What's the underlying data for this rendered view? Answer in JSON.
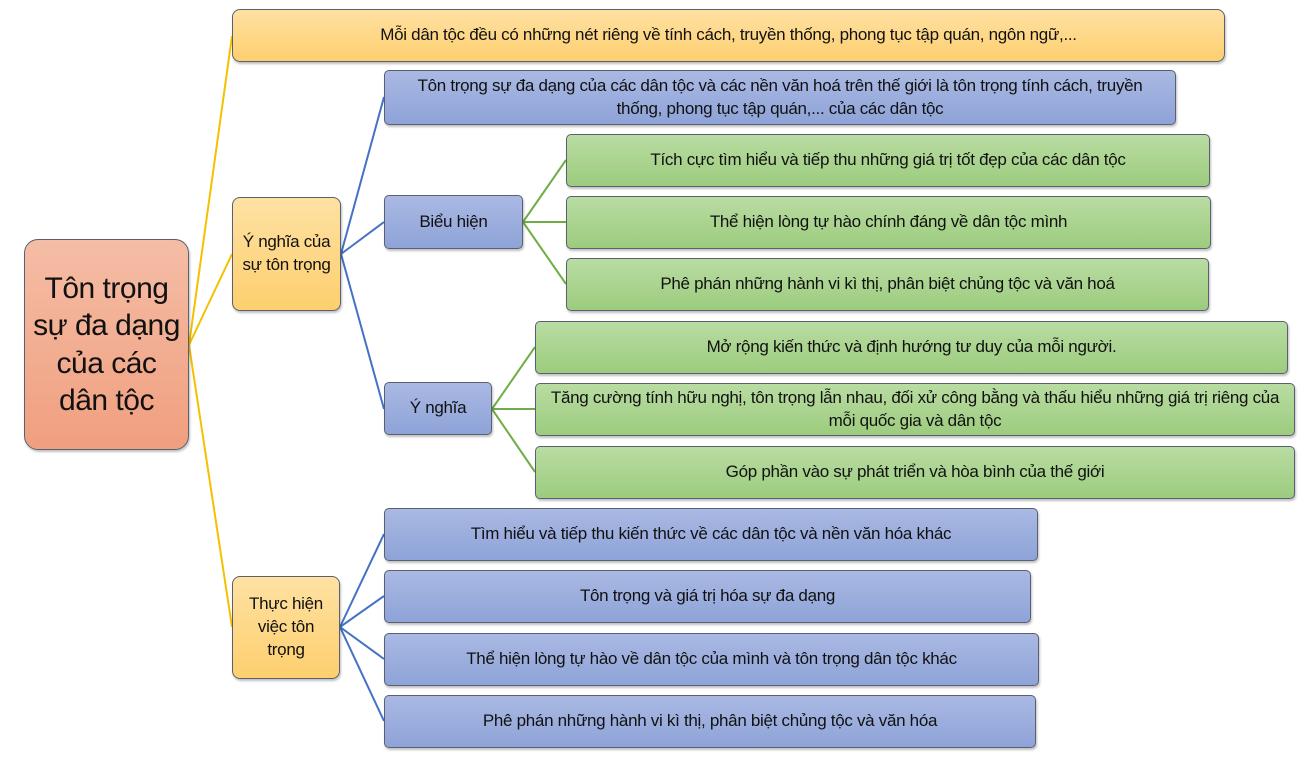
{
  "root": "Tôn trọng sự đa dạng của các dân tộc",
  "intro": "Mỗi dân tộc đều có những nét riêng về tính cách, truyền thống, phong tục tập quán, ngôn ngữ,...",
  "meaning_branch": {
    "label": "Ý nghĩa của sự tôn trọng",
    "definition": "Tôn trọng sự đa dạng của các dân tộc và các nền văn hoá trên thế giới là tôn trọng tính cách, truyền thống, phong tục tập quán,... của các dân tộc",
    "expression": {
      "label": "Biểu hiện",
      "items": [
        "Tích cực tìm hiểu và tiếp thu những giá trị tốt đẹp của các dân tộc",
        "Thể hiện lòng tự hào chính đáng về dân tộc mình",
        "Phê phán những hành vi kì thị, phân biệt chủng tộc và văn hoá"
      ]
    },
    "significance": {
      "label": "Ý nghĩa",
      "items": [
        "Mở rộng kiến thức và định hướng tư duy của mỗi người.",
        "Tăng cường tính hữu nghị, tôn trọng lẫn nhau, đối xử công bằng và thấu hiểu những giá trị riêng của mỗi quốc gia và dân tộc",
        "Góp phần vào sự phát triển và hòa bình của thế giới"
      ]
    }
  },
  "practice_branch": {
    "label": "Thực hiện việc tôn trọng",
    "items": [
      "Tìm hiểu và tiếp thu kiến thức về các dân tộc và nền văn hóa khác",
      "Tôn trọng và giá trị hóa sự đa dạng",
      "Thể hiện lòng tự hào về dân tộc của mình và tôn trọng dân tộc khác",
      "Phê phán những hành vi kì thị, phân biệt chủng tộc và văn hóa"
    ]
  },
  "colors": {
    "yellow_line": "#f5c000",
    "blue_line": "#4472c4",
    "green_line": "#70ad47"
  }
}
